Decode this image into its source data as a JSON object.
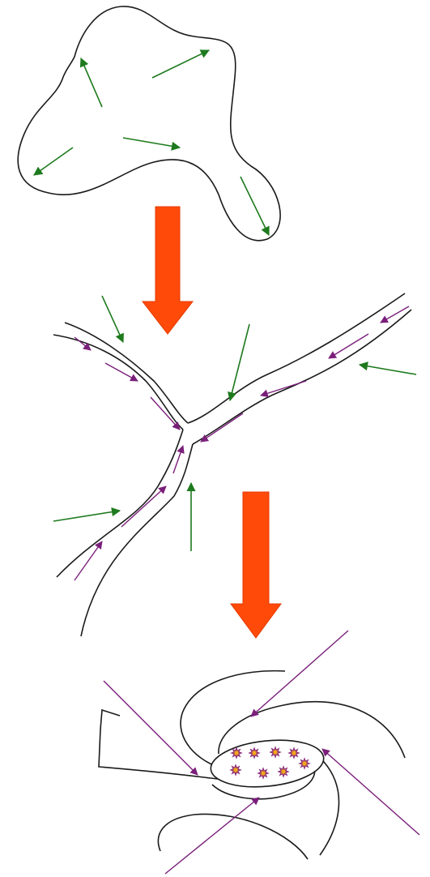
{
  "colors": {
    "background": "#ffffff",
    "outline": "#1a1a1a",
    "green_arrow": "#1e7a1e",
    "purple_arrow": "#7a1f7a",
    "big_arrow_fill": "#ff4a0a",
    "big_arrow_edge": "#e63a00",
    "star_fill": "#f2a71b",
    "star_stroke": "#8a2a7a"
  },
  "panels": [
    {
      "name": "cloud-stage",
      "description_text": ""
    },
    {
      "name": "filament-stage",
      "description_text": ""
    },
    {
      "name": "core-stage",
      "description_text": ""
    }
  ],
  "icons": {
    "transition_arrow": "down-arrow-icon",
    "inflow_arrow": "arrow-icon",
    "star": "star-icon"
  },
  "star_count": 8
}
